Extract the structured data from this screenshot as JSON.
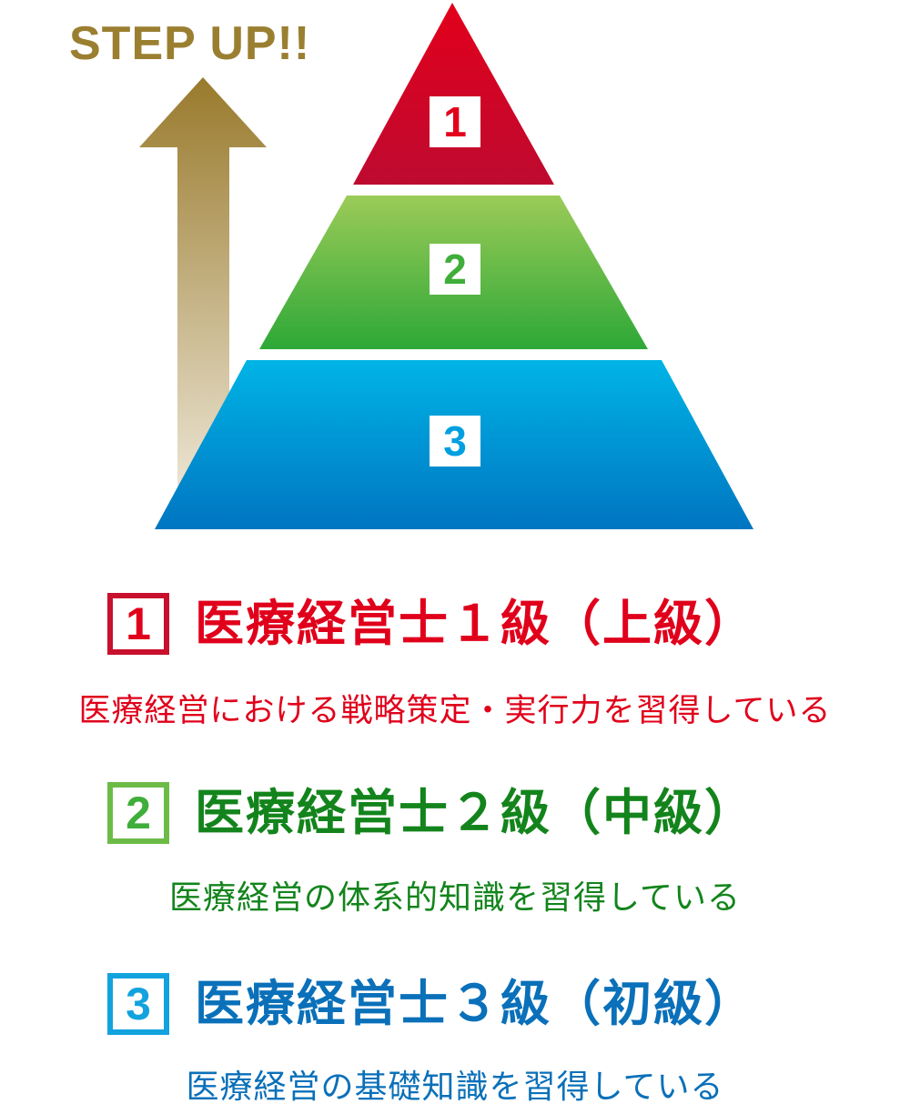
{
  "header": {
    "step_up_label": "STEP UP!!",
    "arrow_icon": "up-arrow-icon",
    "arrow_color_top": "#997a2c",
    "arrow_color_bottom": "#ece5d4"
  },
  "pyramid": {
    "tiers": [
      {
        "number": "1",
        "color_top": "#e2001b",
        "color_bottom": "#be0a30",
        "number_color": "#e2001b"
      },
      {
        "number": "2",
        "color_top": "#9ccb58",
        "color_bottom": "#2da837",
        "number_color": "#3fae3a"
      },
      {
        "number": "3",
        "color_top": "#00b4e6",
        "color_bottom": "#0075c1",
        "number_color": "#00a0e0"
      }
    ]
  },
  "levels": [
    {
      "number": "1",
      "title": "医療経営士１級（上級）",
      "description": "医療経営における戦略策定・実行力を習得している",
      "color": "#e0001b",
      "badge_border": "#c8102e"
    },
    {
      "number": "2",
      "title": "医療経営士２級（中級）",
      "description": "医療経営の体系的知識を習得している",
      "color": "#13841c",
      "badge_border": "#6cbb47"
    },
    {
      "number": "3",
      "title": "医療経営士３級（初級）",
      "description": "医療経営の基礎知識を習得している",
      "color": "#0a70b9",
      "badge_border": "#12a3de"
    }
  ]
}
